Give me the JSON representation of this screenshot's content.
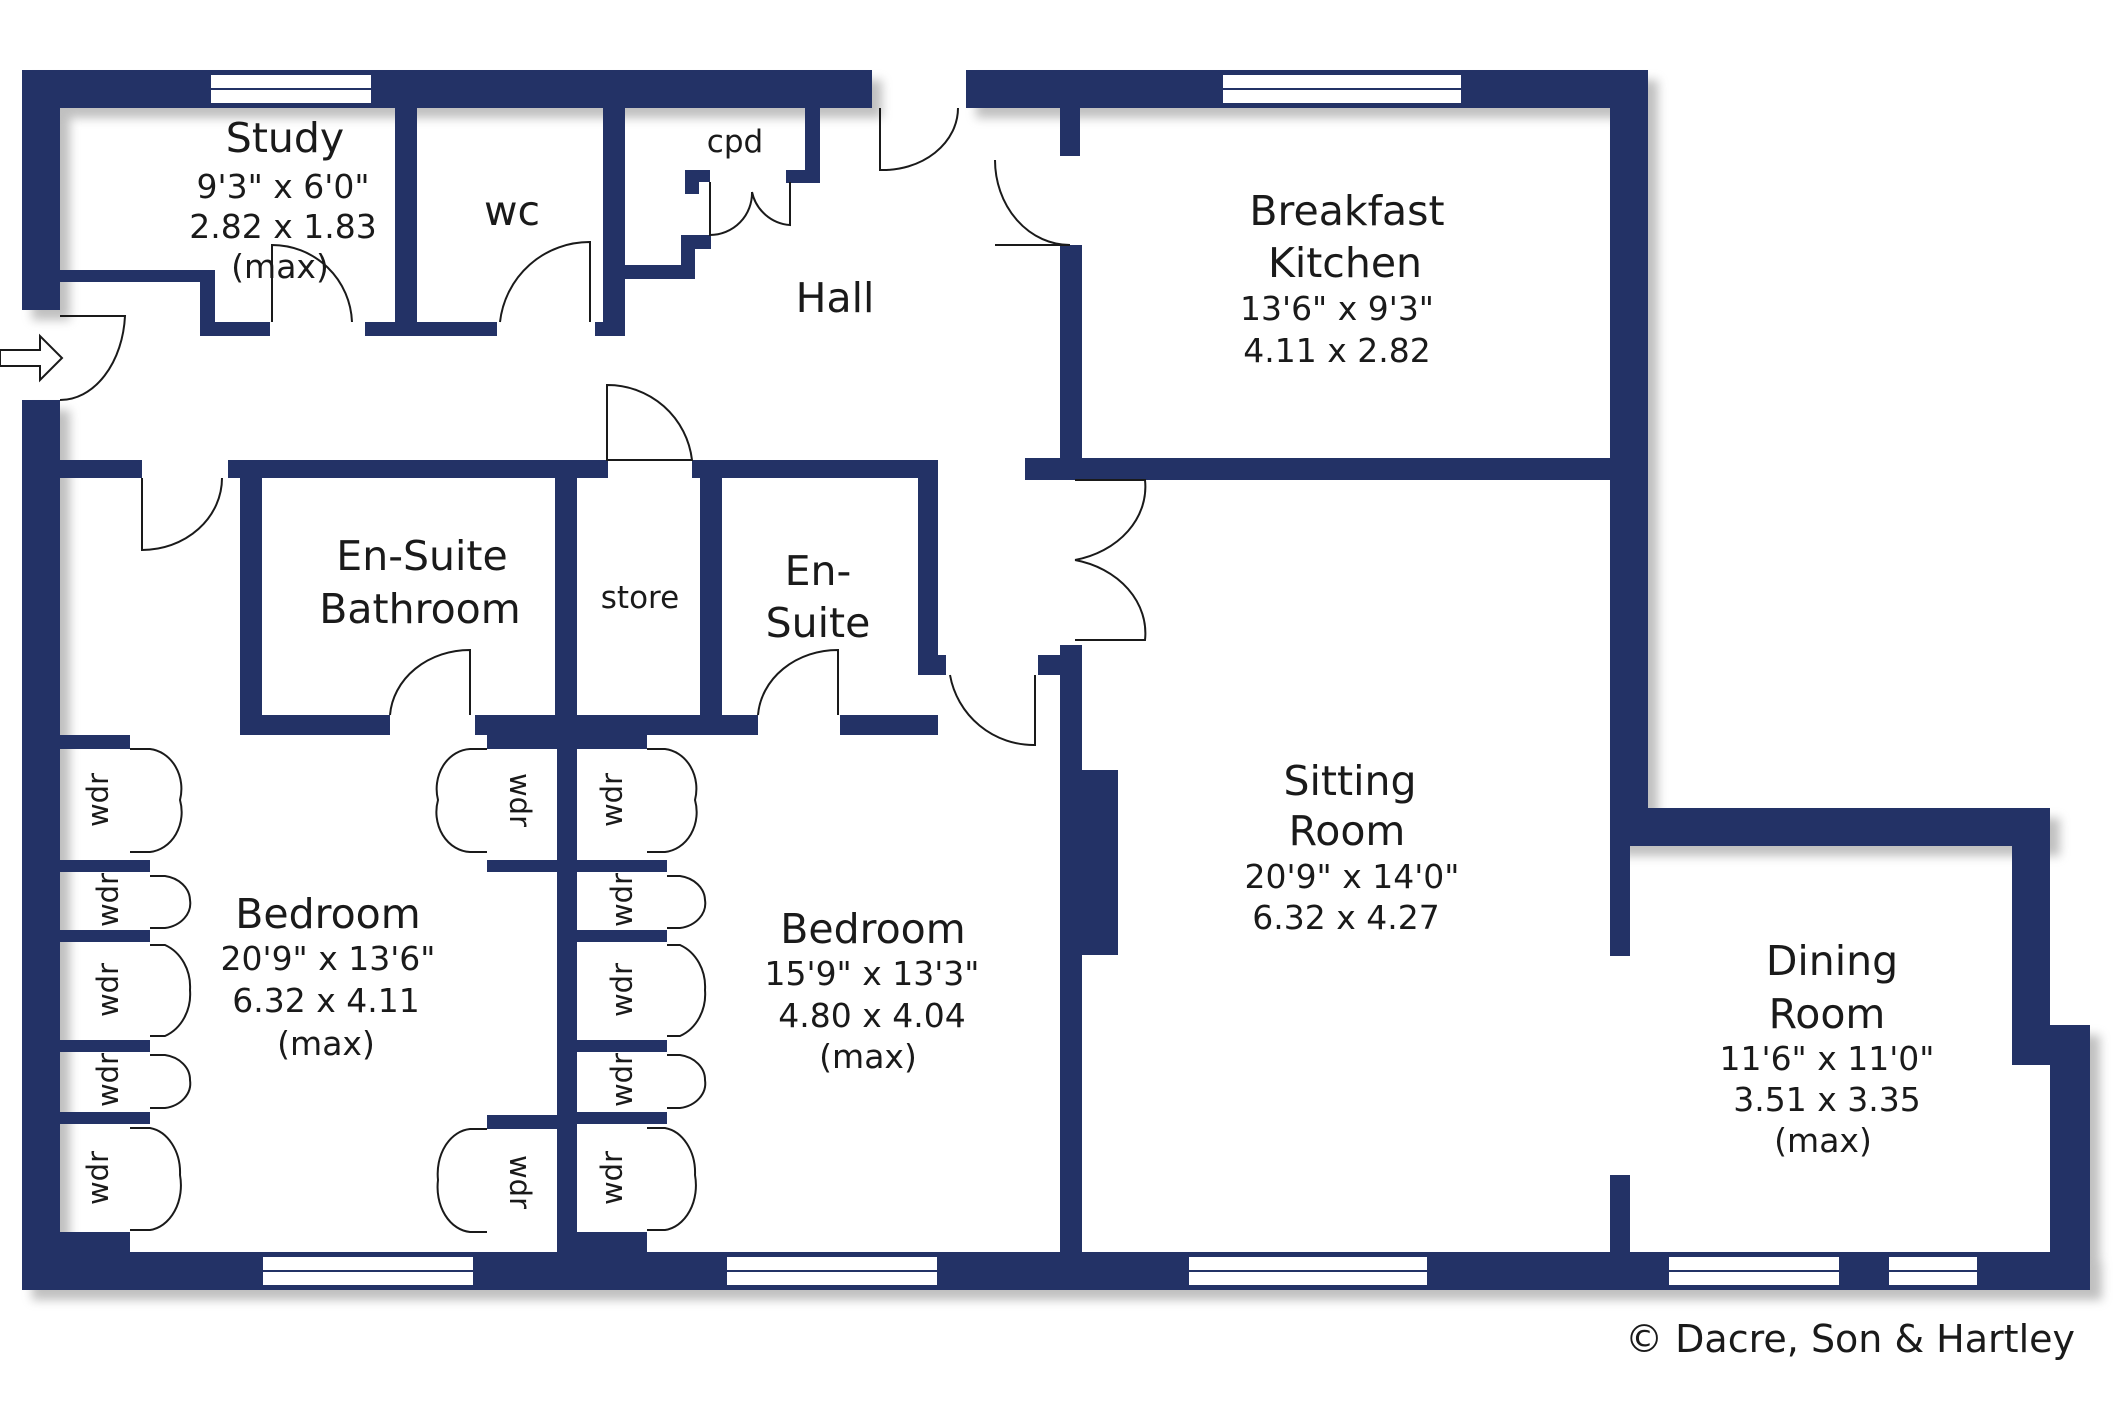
{
  "colors": {
    "wall": "#233266",
    "shadow": "#8c8c8c",
    "background": "#ffffff",
    "text": "#1a1a1a"
  },
  "rooms": {
    "study": {
      "name": "Study",
      "imperial": "9'3\"  x  6'0\"",
      "metric": "2.82  x  1.83",
      "note": "(max)"
    },
    "wc": {
      "name": "wc"
    },
    "cpd": {
      "name": "cpd"
    },
    "hall": {
      "name": "Hall"
    },
    "kitchen": {
      "name1": "Breakfast",
      "name2": "Kitchen",
      "imperial": "13'6\"  x   9'3\"",
      "metric": "4.11  x  2.82"
    },
    "ensuite_bathroom": {
      "name1": "En-Suite",
      "name2": "Bathroom"
    },
    "store": {
      "name": "store"
    },
    "ensuite": {
      "name1": "En-",
      "name2": "Suite"
    },
    "sitting": {
      "name1": "Sitting",
      "name2": "Room",
      "imperial": "20'9\"  x  14'0\"",
      "metric": "6.32  x  4.27"
    },
    "bedroom1": {
      "name": "Bedroom",
      "imperial": "20'9\"  x  13'6\"",
      "metric": "6.32  x  4.11",
      "note": "(max)"
    },
    "bedroom2": {
      "name": "Bedroom",
      "imperial": "15'9\"  x  13'3\"",
      "metric": "4.80  x  4.04",
      "note": "(max)"
    },
    "dining": {
      "name1": "Dining",
      "name2": "Room",
      "imperial": "11'6\"  x  11'0\"",
      "metric": "3.51  x  3.35",
      "note": "(max)"
    }
  },
  "wardrobe_label": "wdr",
  "wardrobes": [
    "wdr",
    "wdr",
    "wdr",
    "wdr",
    "wdr",
    "wdr",
    "wdr",
    "wdr",
    "wdr",
    "wdr",
    "wdr",
    "wdr"
  ],
  "icons": {
    "entrance": "entrance-arrow-icon"
  },
  "copyright": "© Dacre, Son & Hartley"
}
